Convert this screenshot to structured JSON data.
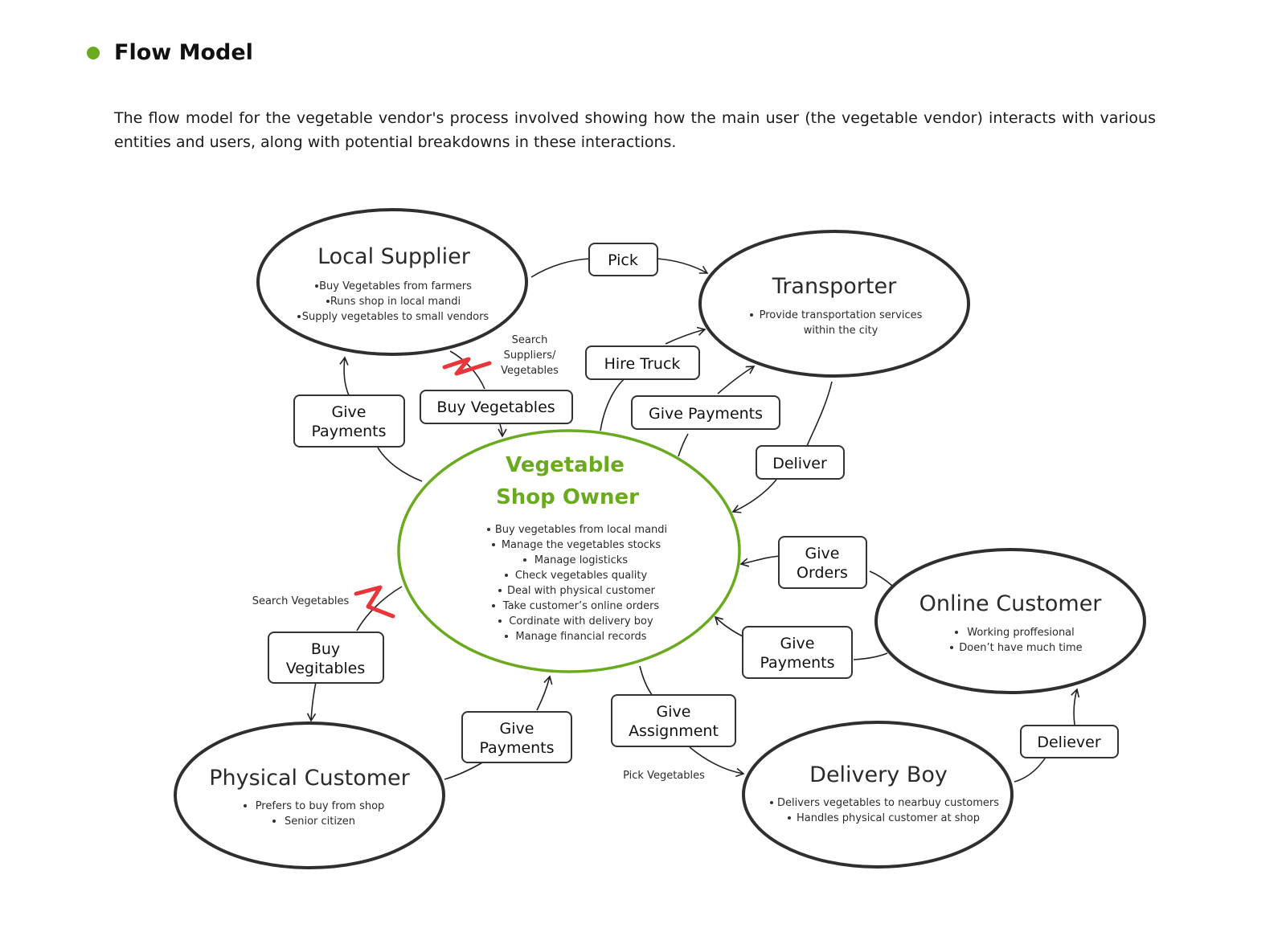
{
  "section": {
    "title": "Flow Model",
    "intro": "The flow model for the vegetable vendor's process involved showing how the main user (the vegetable vendor) interacts with various entities and users, along with potential breakdowns in these interactions."
  },
  "colors": {
    "accent": "#6aaa1e",
    "breakdown": "#e8363a",
    "outline": "#2f2f2f"
  },
  "entities": {
    "local_supplier": {
      "title": "Local Supplier",
      "bullets": [
        "Buy Vegetables from farmers",
        "Runs shop in local mandi",
        "Supply vegetables to small vendors"
      ]
    },
    "transporter": {
      "title": "Transporter",
      "bullets": [
        "Provide transportation services",
        "within the city"
      ]
    },
    "owner": {
      "title_line1": "Vegetable",
      "title_line2": "Shop Owner",
      "bullets": [
        "Buy vegetables from local mandi",
        "Manage the vegetables stocks",
        "Manage logisticks",
        "Check vegetables quality",
        "Deal with physical customer",
        "Take customer’s online orders",
        "Cordinate with delivery boy",
        "Manage financial records"
      ]
    },
    "online_customer": {
      "title": "Online Customer",
      "bullets": [
        "Working proffesional",
        "Doen’t have much time"
      ]
    },
    "physical_customer": {
      "title": "Physical Customer",
      "bullets": [
        "Prefers to buy from shop",
        "Senior citizen"
      ]
    },
    "delivery_boy": {
      "title": "Delivery Boy",
      "bullets": [
        "Delivers vegetables to nearbuy customers",
        "Handles physical customer at shop"
      ]
    }
  },
  "flows": {
    "pick": "Pick",
    "hire_truck": "Hire Truck",
    "give_payments_transporter": "Give Payments",
    "deliver": "Deliver",
    "buy_vegetables": "Buy Vegetables",
    "give_payments_supplier_l1": "Give",
    "give_payments_supplier_l2": "Payments",
    "give_orders_l1": "Give",
    "give_orders_l2": "Orders",
    "give_payments_online_l1": "Give",
    "give_payments_online_l2": "Payments",
    "give_assignment_l1": "Give",
    "give_assignment_l2": "Assignment",
    "deliever": "Deliever",
    "give_payments_physical_l1": "Give",
    "give_payments_physical_l2": "Payments",
    "buy_vegitables_l1": "Buy",
    "buy_vegitables_l2": "Vegitables"
  },
  "notes": {
    "search_suppliers_l1": "Search",
    "search_suppliers_l2": "Suppliers/",
    "search_suppliers_l3": "Vegetables",
    "search_vegetables": "Search Vegetables",
    "pick_vegetables": "Pick Vegetables"
  }
}
